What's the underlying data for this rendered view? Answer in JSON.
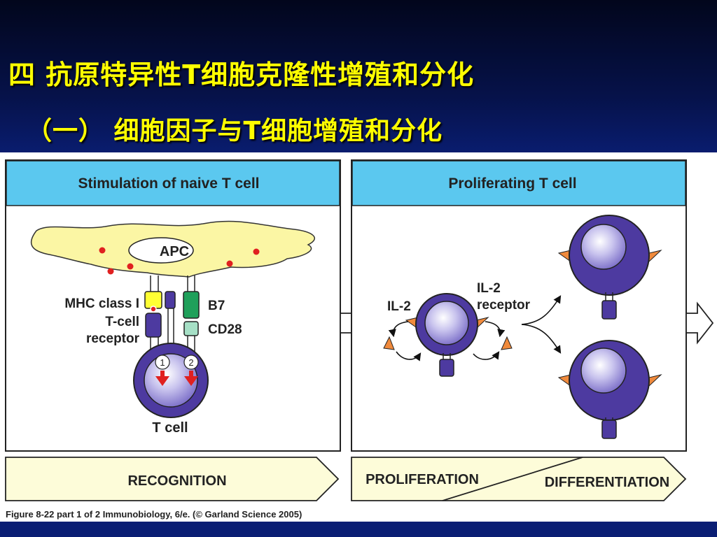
{
  "slide": {
    "title": "四 抗原特异性T细胞克隆性增殖和分化",
    "subtitle": "（一） 细胞因子与T细胞增殖和分化"
  },
  "figure": {
    "left_panel": {
      "header": "Stimulation of naive T cell",
      "apc_label": "APC",
      "mhc_label": "MHC class I",
      "tcr_label_line1": "T-cell",
      "tcr_label_line2": "receptor",
      "b7_label": "B7",
      "cd28_label": "CD28",
      "signal_1": "1",
      "signal_2": "2",
      "tcell_label": "T  cell"
    },
    "right_panel": {
      "header": "Proliferating T cell",
      "il2_label": "IL-2",
      "il2_receptor_line1": "IL-2",
      "il2_receptor_line2": "receptor"
    },
    "stages": {
      "recognition": "RECOGNITION",
      "proliferation": "PROLIFERATION",
      "differentiation": "DIFFERENTIATION"
    },
    "caption_bold": "Figure 8-22 part 1 of 2  Immunobiology, 6/e. (© Garland Science 2005)"
  },
  "colors": {
    "background_top": "#02061c",
    "background_blue": "#0a1e74",
    "title_yellow": "#ffff00",
    "panel_header_blue": "#5bc8ef",
    "apc_yellow": "#fbf6a4",
    "cell_purple": "#4d3aa0",
    "receptor_orange": "#f08a3c",
    "stage_arrow_fill": "#fdfcd9"
  }
}
